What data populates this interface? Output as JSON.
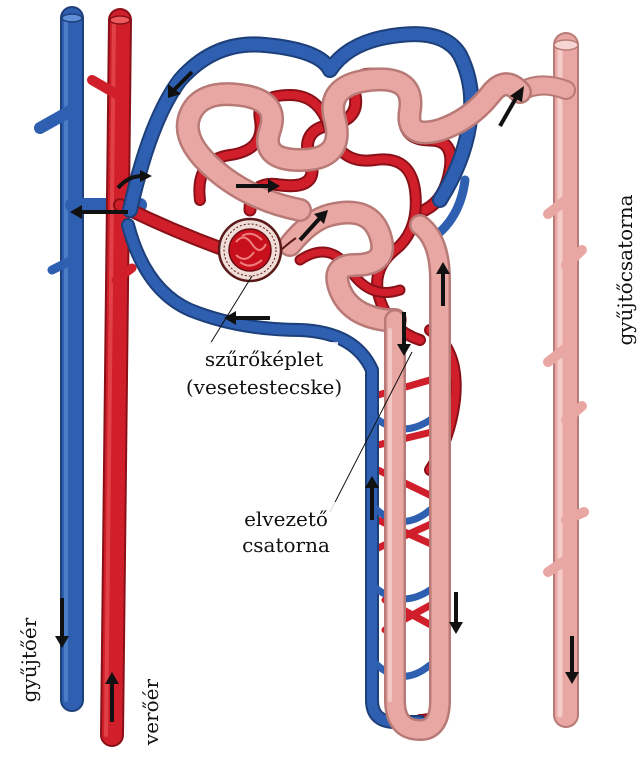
{
  "labels": {
    "filter_line1": "szűrőképlet",
    "filter_line2": "(vesetestecske)",
    "duct_line1": "elvezető",
    "duct_line2": "csatorna",
    "collecting_duct": "gyűjtőcsatorna",
    "vein": "gyűjtőér",
    "artery": "verőér"
  },
  "colors": {
    "vein": "#2e5fb0",
    "vein_light": "#5f8fd6",
    "artery": "#d01f2a",
    "artery_light": "#ee5b5f",
    "tubule": "#e9a7a3",
    "tubule_light": "#f7d5d2",
    "outline": "#5a1a1a",
    "arrow": "#111111"
  }
}
